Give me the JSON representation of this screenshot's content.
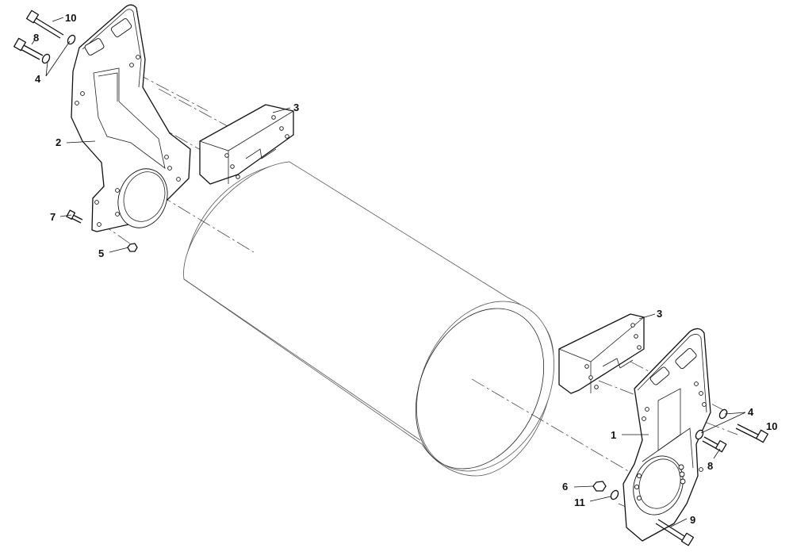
{
  "callouts": {
    "c10_top": "10",
    "c8_top": "8",
    "c4_top": "4",
    "c2": "2",
    "c3_top": "3",
    "c7": "7",
    "c5": "5",
    "c3_bottom": "3",
    "c4_right": "4",
    "c10_right": "10",
    "c1": "1",
    "c8_right": "8",
    "c6": "6",
    "c11": "11",
    "c9": "9"
  }
}
